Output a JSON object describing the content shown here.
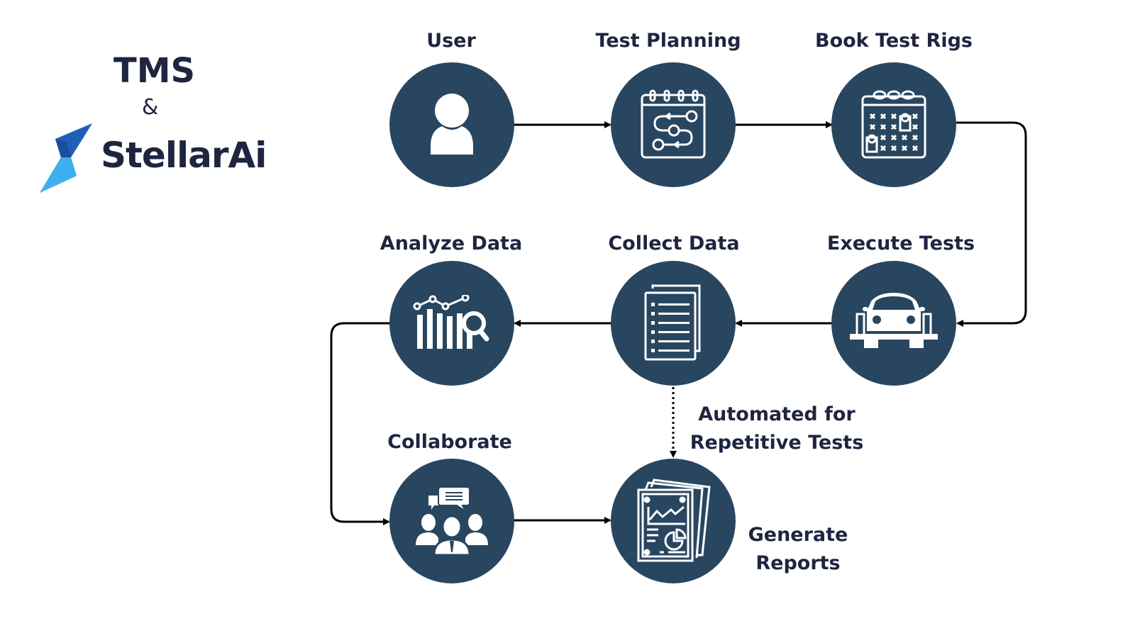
{
  "brand": {
    "title": "TMS",
    "ampersand": "&",
    "name": "StellarAi",
    "logo_colors": [
      "#1f5fb8",
      "#2e8fe0",
      "#3fb0ee"
    ]
  },
  "colors": {
    "node_fill": "#294660",
    "icon_stroke": "#ffffff",
    "text": "#1f2440",
    "connector": "#000000"
  },
  "nodes": [
    {
      "id": "user",
      "label": "User",
      "icon": "user-icon"
    },
    {
      "id": "test-planning",
      "label": "Test Planning",
      "icon": "calendar-workflow-icon"
    },
    {
      "id": "book-test-rigs",
      "label": "Book Test Rigs",
      "icon": "calendar-booking-icon"
    },
    {
      "id": "execute-tests",
      "label": "Execute Tests",
      "icon": "car-test-rig-icon"
    },
    {
      "id": "collect-data",
      "label": "Collect Data",
      "icon": "document-list-icon"
    },
    {
      "id": "analyze-data",
      "label": "Analyze Data",
      "icon": "chart-magnifier-icon"
    },
    {
      "id": "collaborate",
      "label": "Collaborate",
      "icon": "team-chat-icon"
    },
    {
      "id": "generate-reports",
      "label": "Generate Reports",
      "label_lines": [
        "Generate",
        "Reports"
      ],
      "icon": "report-chart-icon"
    }
  ],
  "annotations": {
    "automation_note_lines": [
      "Automated for",
      "Repetitive Tests"
    ]
  },
  "edges": [
    {
      "from": "user",
      "to": "test-planning",
      "style": "solid"
    },
    {
      "from": "test-planning",
      "to": "book-test-rigs",
      "style": "solid"
    },
    {
      "from": "book-test-rigs",
      "to": "execute-tests",
      "style": "solid"
    },
    {
      "from": "execute-tests",
      "to": "collect-data",
      "style": "solid"
    },
    {
      "from": "collect-data",
      "to": "analyze-data",
      "style": "solid"
    },
    {
      "from": "analyze-data",
      "to": "collaborate",
      "style": "solid"
    },
    {
      "from": "collaborate",
      "to": "generate-reports",
      "style": "solid"
    },
    {
      "from": "collect-data",
      "to": "generate-reports",
      "style": "dotted",
      "label": "Automated for Repetitive Tests"
    }
  ]
}
